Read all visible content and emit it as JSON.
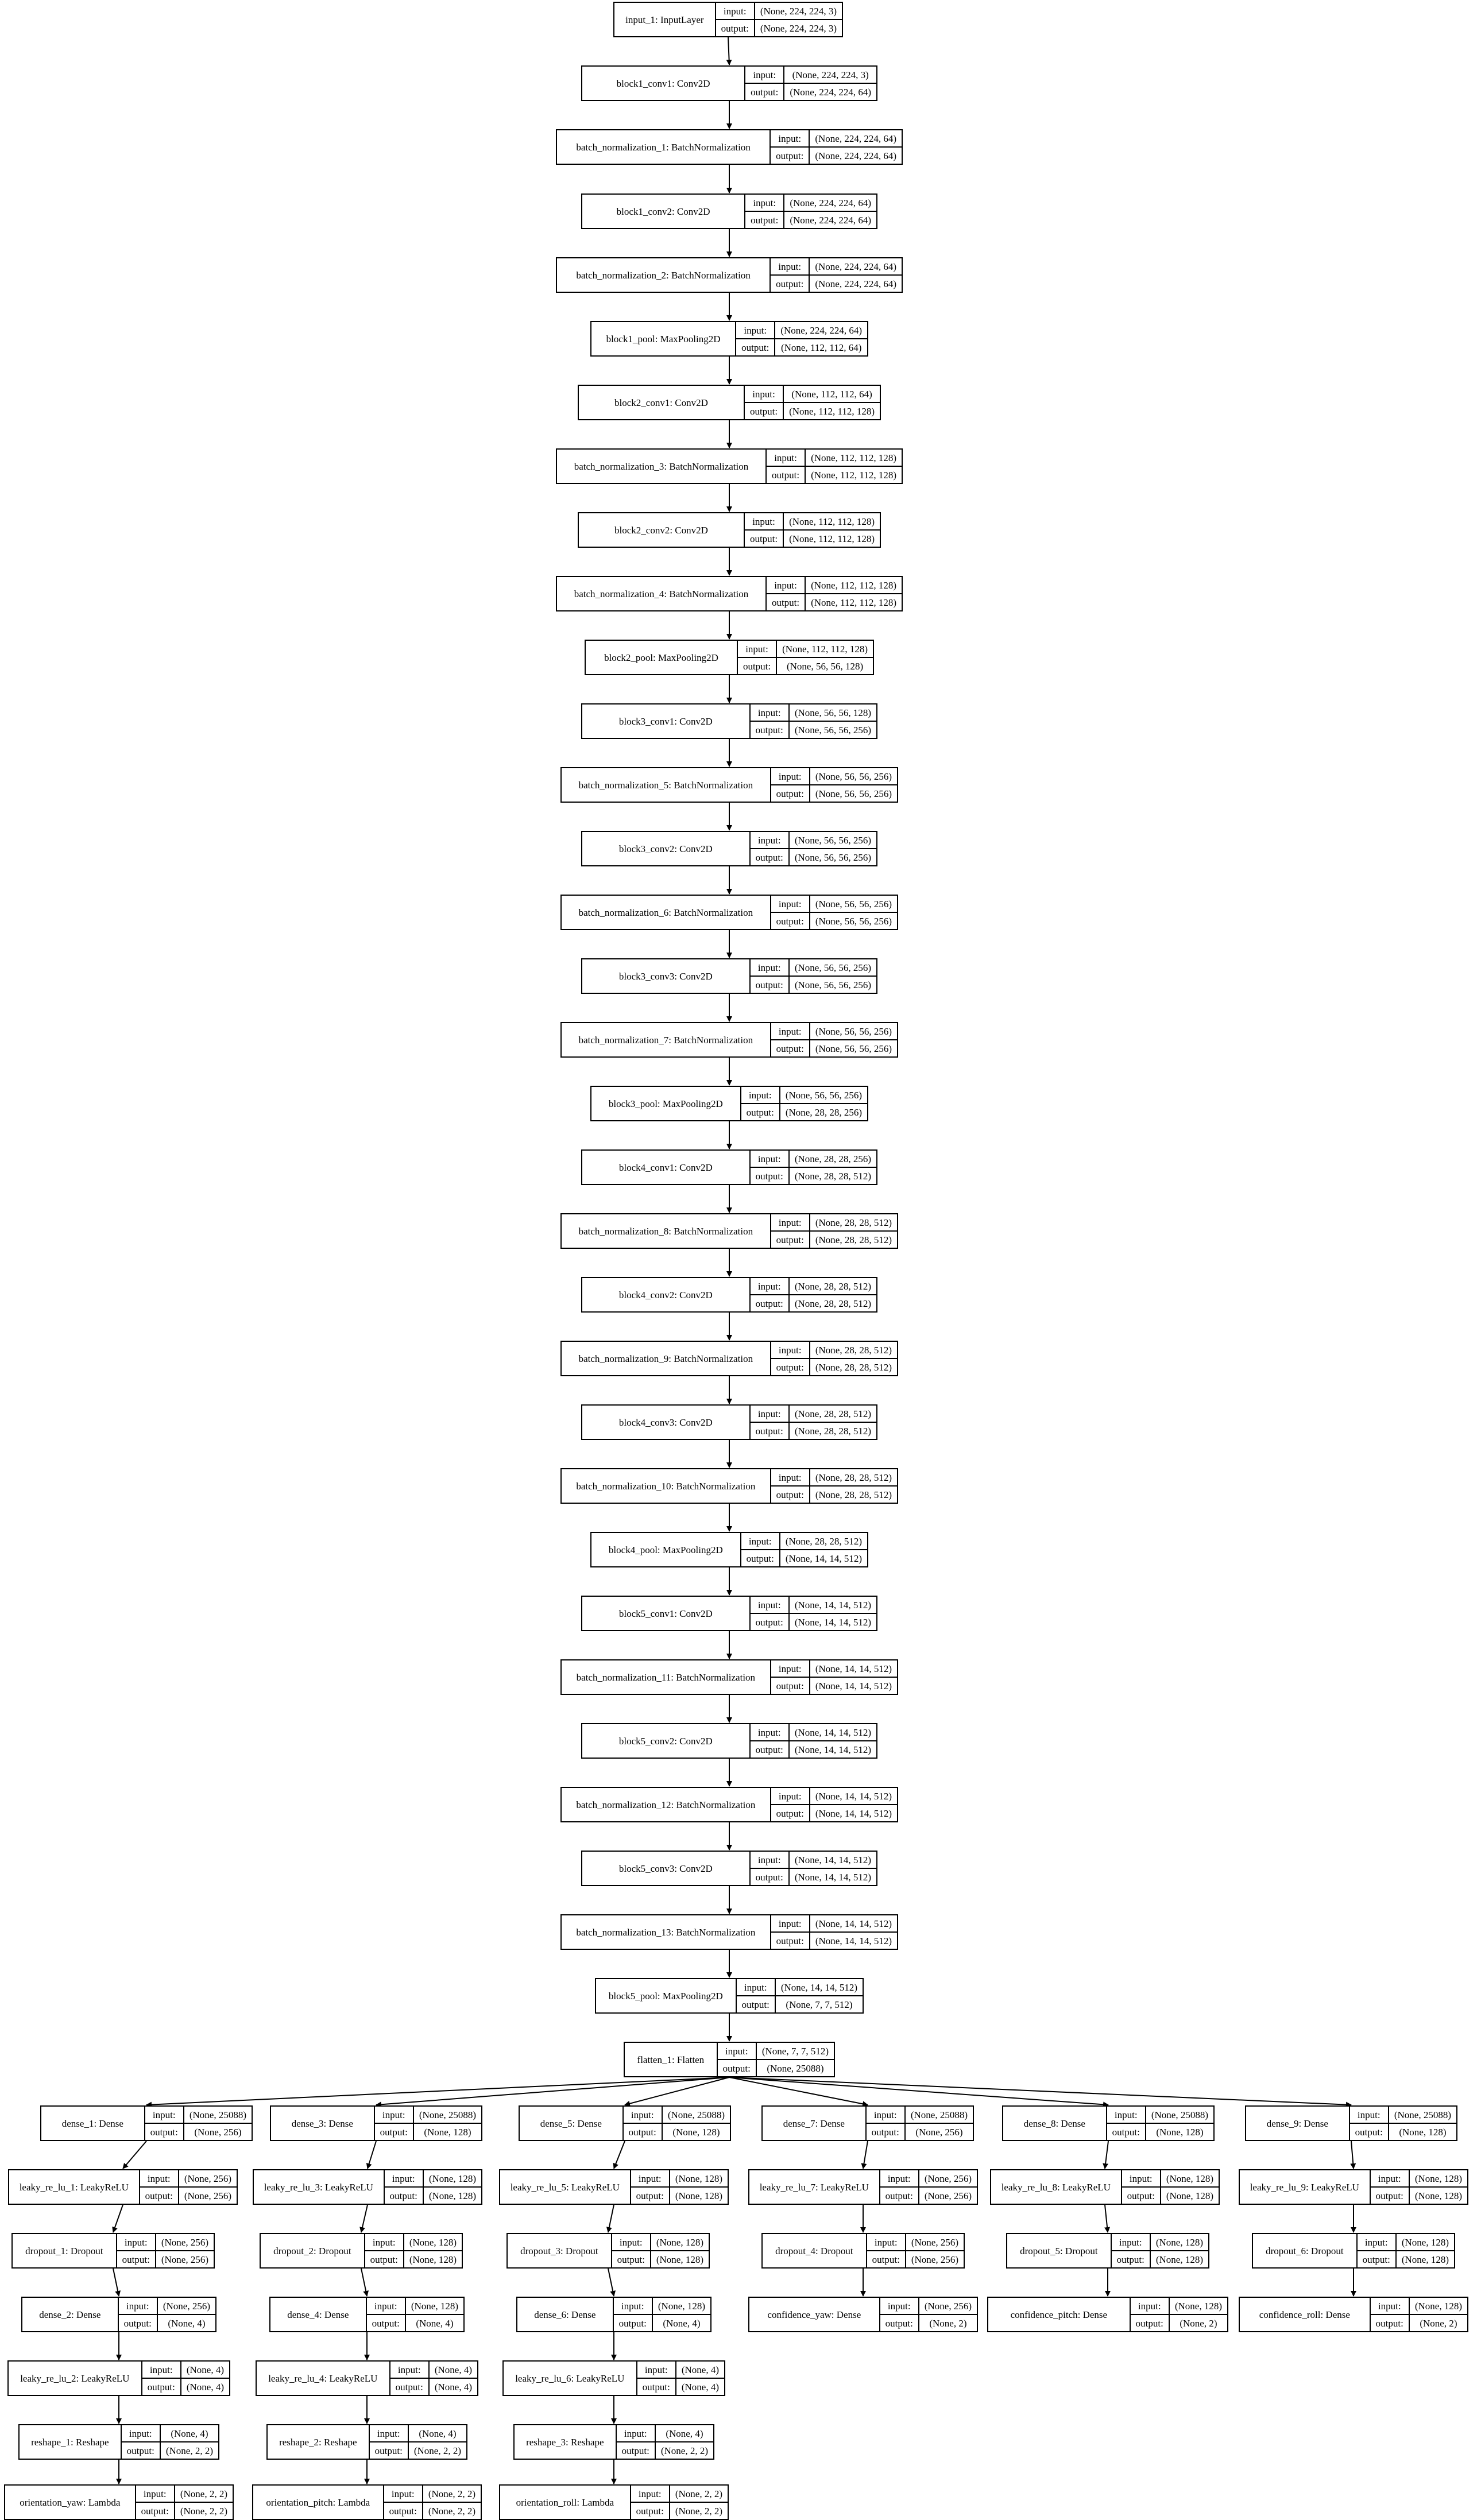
{
  "io_labels": {
    "input": "input:",
    "output": "output:"
  },
  "colors": {
    "border": "#000000",
    "background": "#ffffff",
    "text": "#000000"
  },
  "nodes": [
    {
      "id": "input_1",
      "name": "input_1: InputLayer",
      "input": "(None, 224, 224, 3)",
      "output": "(None, 224, 224, 3)"
    },
    {
      "id": "block1_conv1",
      "name": "block1_conv1: Conv2D",
      "input": "(None, 224, 224, 3)",
      "output": "(None, 224, 224, 64)"
    },
    {
      "id": "batch_normalization_1",
      "name": "batch_normalization_1: BatchNormalization",
      "input": "(None, 224, 224, 64)",
      "output": "(None, 224, 224, 64)"
    },
    {
      "id": "block1_conv2",
      "name": "block1_conv2: Conv2D",
      "input": "(None, 224, 224, 64)",
      "output": "(None, 224, 224, 64)"
    },
    {
      "id": "batch_normalization_2",
      "name": "batch_normalization_2: BatchNormalization",
      "input": "(None, 224, 224, 64)",
      "output": "(None, 224, 224, 64)"
    },
    {
      "id": "block1_pool",
      "name": "block1_pool: MaxPooling2D",
      "input": "(None, 224, 224, 64)",
      "output": "(None, 112, 112, 64)"
    },
    {
      "id": "block2_conv1",
      "name": "block2_conv1: Conv2D",
      "input": "(None, 112, 112, 64)",
      "output": "(None, 112, 112, 128)"
    },
    {
      "id": "batch_normalization_3",
      "name": "batch_normalization_3: BatchNormalization",
      "input": "(None, 112, 112, 128)",
      "output": "(None, 112, 112, 128)"
    },
    {
      "id": "block2_conv2",
      "name": "block2_conv2: Conv2D",
      "input": "(None, 112, 112, 128)",
      "output": "(None, 112, 112, 128)"
    },
    {
      "id": "batch_normalization_4",
      "name": "batch_normalization_4: BatchNormalization",
      "input": "(None, 112, 112, 128)",
      "output": "(None, 112, 112, 128)"
    },
    {
      "id": "block2_pool",
      "name": "block2_pool: MaxPooling2D",
      "input": "(None, 112, 112, 128)",
      "output": "(None, 56, 56, 128)"
    },
    {
      "id": "block3_conv1",
      "name": "block3_conv1: Conv2D",
      "input": "(None, 56, 56, 128)",
      "output": "(None, 56, 56, 256)"
    },
    {
      "id": "batch_normalization_5",
      "name": "batch_normalization_5: BatchNormalization",
      "input": "(None, 56, 56, 256)",
      "output": "(None, 56, 56, 256)"
    },
    {
      "id": "block3_conv2",
      "name": "block3_conv2: Conv2D",
      "input": "(None, 56, 56, 256)",
      "output": "(None, 56, 56, 256)"
    },
    {
      "id": "batch_normalization_6",
      "name": "batch_normalization_6: BatchNormalization",
      "input": "(None, 56, 56, 256)",
      "output": "(None, 56, 56, 256)"
    },
    {
      "id": "block3_conv3",
      "name": "block3_conv3: Conv2D",
      "input": "(None, 56, 56, 256)",
      "output": "(None, 56, 56, 256)"
    },
    {
      "id": "batch_normalization_7",
      "name": "batch_normalization_7: BatchNormalization",
      "input": "(None, 56, 56, 256)",
      "output": "(None, 56, 56, 256)"
    },
    {
      "id": "block3_pool",
      "name": "block3_pool: MaxPooling2D",
      "input": "(None, 56, 56, 256)",
      "output": "(None, 28, 28, 256)"
    },
    {
      "id": "block4_conv1",
      "name": "block4_conv1: Conv2D",
      "input": "(None, 28, 28, 256)",
      "output": "(None, 28, 28, 512)"
    },
    {
      "id": "batch_normalization_8",
      "name": "batch_normalization_8: BatchNormalization",
      "input": "(None, 28, 28, 512)",
      "output": "(None, 28, 28, 512)"
    },
    {
      "id": "block4_conv2",
      "name": "block4_conv2: Conv2D",
      "input": "(None, 28, 28, 512)",
      "output": "(None, 28, 28, 512)"
    },
    {
      "id": "batch_normalization_9",
      "name": "batch_normalization_9: BatchNormalization",
      "input": "(None, 28, 28, 512)",
      "output": "(None, 28, 28, 512)"
    },
    {
      "id": "block4_conv3",
      "name": "block4_conv3: Conv2D",
      "input": "(None, 28, 28, 512)",
      "output": "(None, 28, 28, 512)"
    },
    {
      "id": "batch_normalization_10",
      "name": "batch_normalization_10: BatchNormalization",
      "input": "(None, 28, 28, 512)",
      "output": "(None, 28, 28, 512)"
    },
    {
      "id": "block4_pool",
      "name": "block4_pool: MaxPooling2D",
      "input": "(None, 28, 28, 512)",
      "output": "(None, 14, 14, 512)"
    },
    {
      "id": "block5_conv1",
      "name": "block5_conv1: Conv2D",
      "input": "(None, 14, 14, 512)",
      "output": "(None, 14, 14, 512)"
    },
    {
      "id": "batch_normalization_11",
      "name": "batch_normalization_11: BatchNormalization",
      "input": "(None, 14, 14, 512)",
      "output": "(None, 14, 14, 512)"
    },
    {
      "id": "block5_conv2",
      "name": "block5_conv2: Conv2D",
      "input": "(None, 14, 14, 512)",
      "output": "(None, 14, 14, 512)"
    },
    {
      "id": "batch_normalization_12",
      "name": "batch_normalization_12: BatchNormalization",
      "input": "(None, 14, 14, 512)",
      "output": "(None, 14, 14, 512)"
    },
    {
      "id": "block5_conv3",
      "name": "block5_conv3: Conv2D",
      "input": "(None, 14, 14, 512)",
      "output": "(None, 14, 14, 512)"
    },
    {
      "id": "batch_normalization_13",
      "name": "batch_normalization_13: BatchNormalization",
      "input": "(None, 14, 14, 512)",
      "output": "(None, 14, 14, 512)"
    },
    {
      "id": "block5_pool",
      "name": "block5_pool: MaxPooling2D",
      "input": "(None, 14, 14, 512)",
      "output": "(None, 7, 7, 512)"
    },
    {
      "id": "flatten_1",
      "name": "flatten_1: Flatten",
      "input": "(None, 7, 7, 512)",
      "output": "(None, 25088)"
    },
    {
      "id": "dense_1",
      "name": "dense_1: Dense",
      "input": "(None, 25088)",
      "output": "(None, 256)"
    },
    {
      "id": "leaky_re_lu_1",
      "name": "leaky_re_lu_1: LeakyReLU",
      "input": "(None, 256)",
      "output": "(None, 256)"
    },
    {
      "id": "dropout_1",
      "name": "dropout_1: Dropout",
      "input": "(None, 256)",
      "output": "(None, 256)"
    },
    {
      "id": "dense_2",
      "name": "dense_2: Dense",
      "input": "(None, 256)",
      "output": "(None, 4)"
    },
    {
      "id": "leaky_re_lu_2",
      "name": "leaky_re_lu_2: LeakyReLU",
      "input": "(None, 4)",
      "output": "(None, 4)"
    },
    {
      "id": "reshape_1",
      "name": "reshape_1: Reshape",
      "input": "(None, 4)",
      "output": "(None, 2, 2)"
    },
    {
      "id": "orientation_yaw",
      "name": "orientation_yaw: Lambda",
      "input": "(None, 2, 2)",
      "output": "(None, 2, 2)"
    },
    {
      "id": "dense_3",
      "name": "dense_3: Dense",
      "input": "(None, 25088)",
      "output": "(None, 128)"
    },
    {
      "id": "leaky_re_lu_3",
      "name": "leaky_re_lu_3: LeakyReLU",
      "input": "(None, 128)",
      "output": "(None, 128)"
    },
    {
      "id": "dropout_2",
      "name": "dropout_2: Dropout",
      "input": "(None, 128)",
      "output": "(None, 128)"
    },
    {
      "id": "dense_4",
      "name": "dense_4: Dense",
      "input": "(None, 128)",
      "output": "(None, 4)"
    },
    {
      "id": "leaky_re_lu_4",
      "name": "leaky_re_lu_4: LeakyReLU",
      "input": "(None, 4)",
      "output": "(None, 4)"
    },
    {
      "id": "reshape_2",
      "name": "reshape_2: Reshape",
      "input": "(None, 4)",
      "output": "(None, 2, 2)"
    },
    {
      "id": "orientation_pitch",
      "name": "orientation_pitch: Lambda",
      "input": "(None, 2, 2)",
      "output": "(None, 2, 2)"
    },
    {
      "id": "dense_5",
      "name": "dense_5: Dense",
      "input": "(None, 25088)",
      "output": "(None, 128)"
    },
    {
      "id": "leaky_re_lu_5",
      "name": "leaky_re_lu_5: LeakyReLU",
      "input": "(None, 128)",
      "output": "(None, 128)"
    },
    {
      "id": "dropout_3",
      "name": "dropout_3: Dropout",
      "input": "(None, 128)",
      "output": "(None, 128)"
    },
    {
      "id": "dense_6",
      "name": "dense_6: Dense",
      "input": "(None, 128)",
      "output": "(None, 4)"
    },
    {
      "id": "leaky_re_lu_6",
      "name": "leaky_re_lu_6: LeakyReLU",
      "input": "(None, 4)",
      "output": "(None, 4)"
    },
    {
      "id": "reshape_3",
      "name": "reshape_3: Reshape",
      "input": "(None, 4)",
      "output": "(None, 2, 2)"
    },
    {
      "id": "orientation_roll",
      "name": "orientation_roll: Lambda",
      "input": "(None, 2, 2)",
      "output": "(None, 2, 2)"
    },
    {
      "id": "dense_7",
      "name": "dense_7: Dense",
      "input": "(None, 25088)",
      "output": "(None, 256)"
    },
    {
      "id": "leaky_re_lu_7",
      "name": "leaky_re_lu_7: LeakyReLU",
      "input": "(None, 256)",
      "output": "(None, 256)"
    },
    {
      "id": "dropout_4",
      "name": "dropout_4: Dropout",
      "input": "(None, 256)",
      "output": "(None, 256)"
    },
    {
      "id": "confidence_yaw",
      "name": "confidence_yaw: Dense",
      "input": "(None, 256)",
      "output": "(None, 2)"
    },
    {
      "id": "dense_8",
      "name": "dense_8: Dense",
      "input": "(None, 25088)",
      "output": "(None, 128)"
    },
    {
      "id": "leaky_re_lu_8",
      "name": "leaky_re_lu_8: LeakyReLU",
      "input": "(None, 128)",
      "output": "(None, 128)"
    },
    {
      "id": "dropout_5",
      "name": "dropout_5: Dropout",
      "input": "(None, 128)",
      "output": "(None, 128)"
    },
    {
      "id": "confidence_pitch",
      "name": "confidence_pitch: Dense",
      "input": "(None, 128)",
      "output": "(None, 2)"
    },
    {
      "id": "dense_9",
      "name": "dense_9: Dense",
      "input": "(None, 25088)",
      "output": "(None, 128)"
    },
    {
      "id": "leaky_re_lu_9",
      "name": "leaky_re_lu_9: LeakyReLU",
      "input": "(None, 128)",
      "output": "(None, 128)"
    },
    {
      "id": "dropout_6",
      "name": "dropout_6: Dropout",
      "input": "(None, 128)",
      "output": "(None, 128)"
    },
    {
      "id": "confidence_roll",
      "name": "confidence_roll: Dense",
      "input": "(None, 128)",
      "output": "(None, 2)"
    }
  ],
  "edges": [
    [
      "input_1",
      "block1_conv1"
    ],
    [
      "block1_conv1",
      "batch_normalization_1"
    ],
    [
      "batch_normalization_1",
      "block1_conv2"
    ],
    [
      "block1_conv2",
      "batch_normalization_2"
    ],
    [
      "batch_normalization_2",
      "block1_pool"
    ],
    [
      "block1_pool",
      "block2_conv1"
    ],
    [
      "block2_conv1",
      "batch_normalization_3"
    ],
    [
      "batch_normalization_3",
      "block2_conv2"
    ],
    [
      "block2_conv2",
      "batch_normalization_4"
    ],
    [
      "batch_normalization_4",
      "block2_pool"
    ],
    [
      "block2_pool",
      "block3_conv1"
    ],
    [
      "block3_conv1",
      "batch_normalization_5"
    ],
    [
      "batch_normalization_5",
      "block3_conv2"
    ],
    [
      "block3_conv2",
      "batch_normalization_6"
    ],
    [
      "batch_normalization_6",
      "block3_conv3"
    ],
    [
      "block3_conv3",
      "batch_normalization_7"
    ],
    [
      "batch_normalization_7",
      "block3_pool"
    ],
    [
      "block3_pool",
      "block4_conv1"
    ],
    [
      "block4_conv1",
      "batch_normalization_8"
    ],
    [
      "batch_normalization_8",
      "block4_conv2"
    ],
    [
      "block4_conv2",
      "batch_normalization_9"
    ],
    [
      "batch_normalization_9",
      "block4_conv3"
    ],
    [
      "block4_conv3",
      "batch_normalization_10"
    ],
    [
      "batch_normalization_10",
      "block4_pool"
    ],
    [
      "block4_pool",
      "block5_conv1"
    ],
    [
      "block5_conv1",
      "batch_normalization_11"
    ],
    [
      "batch_normalization_11",
      "block5_conv2"
    ],
    [
      "block5_conv2",
      "batch_normalization_12"
    ],
    [
      "batch_normalization_12",
      "block5_conv3"
    ],
    [
      "block5_conv3",
      "batch_normalization_13"
    ],
    [
      "batch_normalization_13",
      "block5_pool"
    ],
    [
      "block5_pool",
      "flatten_1"
    ],
    [
      "flatten_1",
      "dense_1"
    ],
    [
      "flatten_1",
      "dense_3"
    ],
    [
      "flatten_1",
      "dense_5"
    ],
    [
      "flatten_1",
      "dense_7"
    ],
    [
      "flatten_1",
      "dense_8"
    ],
    [
      "flatten_1",
      "dense_9"
    ],
    [
      "dense_1",
      "leaky_re_lu_1"
    ],
    [
      "leaky_re_lu_1",
      "dropout_1"
    ],
    [
      "dropout_1",
      "dense_2"
    ],
    [
      "dense_2",
      "leaky_re_lu_2"
    ],
    [
      "leaky_re_lu_2",
      "reshape_1"
    ],
    [
      "reshape_1",
      "orientation_yaw"
    ],
    [
      "dense_3",
      "leaky_re_lu_3"
    ],
    [
      "leaky_re_lu_3",
      "dropout_2"
    ],
    [
      "dropout_2",
      "dense_4"
    ],
    [
      "dense_4",
      "leaky_re_lu_4"
    ],
    [
      "leaky_re_lu_4",
      "reshape_2"
    ],
    [
      "reshape_2",
      "orientation_pitch"
    ],
    [
      "dense_5",
      "leaky_re_lu_5"
    ],
    [
      "leaky_re_lu_5",
      "dropout_3"
    ],
    [
      "dropout_3",
      "dense_6"
    ],
    [
      "dense_6",
      "leaky_re_lu_6"
    ],
    [
      "leaky_re_lu_6",
      "reshape_3"
    ],
    [
      "reshape_3",
      "orientation_roll"
    ],
    [
      "dense_7",
      "leaky_re_lu_7"
    ],
    [
      "leaky_re_lu_7",
      "dropout_4"
    ],
    [
      "dropout_4",
      "confidence_yaw"
    ],
    [
      "dense_8",
      "leaky_re_lu_8"
    ],
    [
      "leaky_re_lu_8",
      "dropout_5"
    ],
    [
      "dropout_5",
      "confidence_pitch"
    ],
    [
      "dense_9",
      "leaky_re_lu_9"
    ],
    [
      "leaky_re_lu_9",
      "dropout_6"
    ],
    [
      "dropout_6",
      "confidence_roll"
    ]
  ]
}
